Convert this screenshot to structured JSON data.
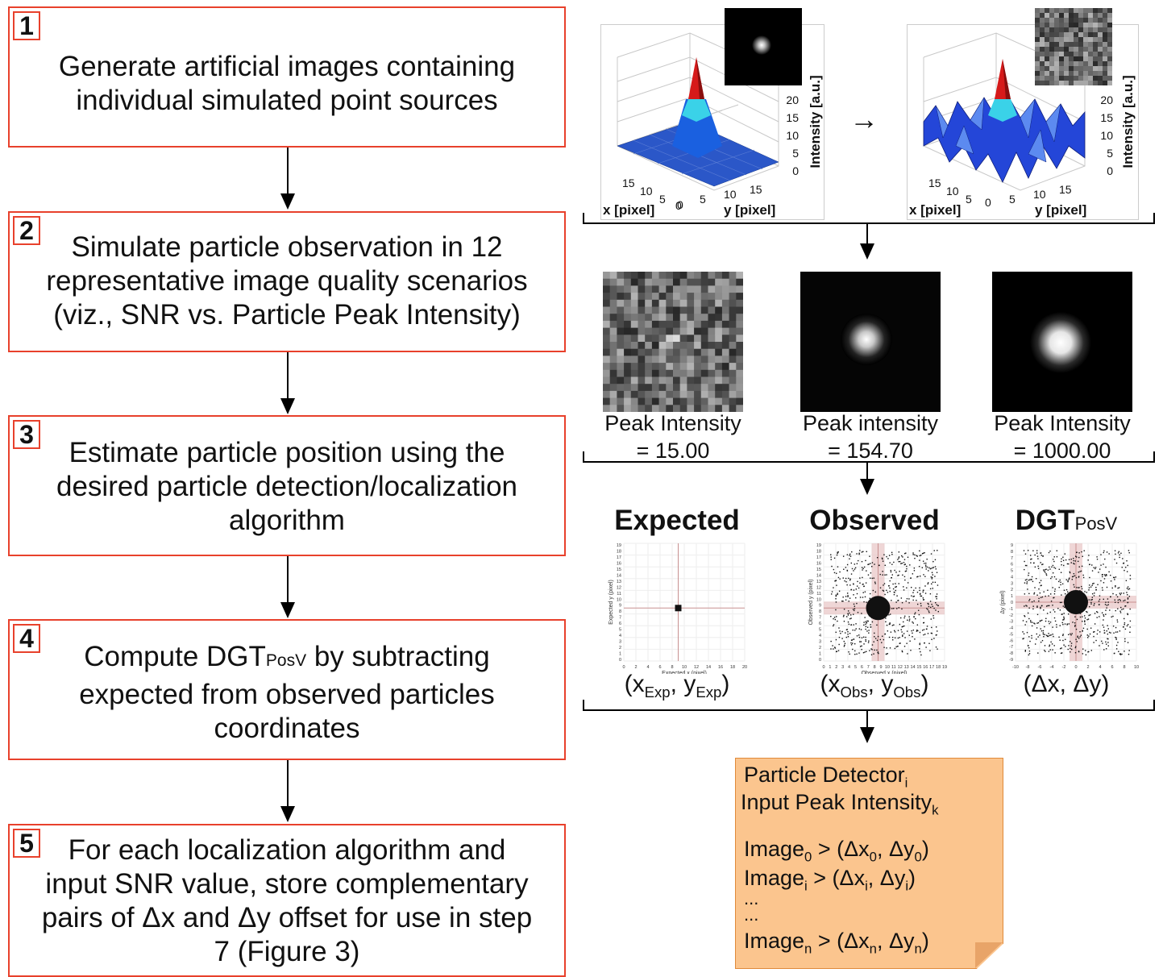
{
  "steps": [
    {
      "num": "1",
      "lines": [
        "Generate artificial images containing",
        "individual simulated point sources"
      ]
    },
    {
      "num": "2",
      "lines": [
        "Simulate particle observation in 12",
        "representative image quality scenarios",
        "(viz., SNR vs. Particle Peak Intensity)"
      ]
    },
    {
      "num": "3",
      "lines": [
        "Estimate particle position using the",
        "desired particle detection/localization",
        "algorithm"
      ]
    },
    {
      "num": "4",
      "pre": "Compute DGT",
      "sub": "PosV",
      "post": " by subtracting",
      "lines": [
        "expected from observed particles",
        "coordinates"
      ]
    },
    {
      "num": "5",
      "lines": [
        "For each localization algorithm and",
        "input SNR value, store complementary",
        "pairs of Δx and Δy offset for use in step",
        "7 (Figure 3)"
      ]
    }
  ],
  "surface_plots": {
    "x_label": "x [pixel]",
    "y_label": "y [pixel]",
    "z_label": "Intensity [a.u.]",
    "z_ticks": [
      "20",
      "15",
      "10",
      "5",
      "0"
    ],
    "x_ticks": [
      "15",
      "10",
      "5",
      "0"
    ],
    "y_ticks": [
      "0",
      "5",
      "10",
      "15"
    ],
    "arrow_glyph": "→"
  },
  "intensity_panels": [
    {
      "label": "Peak Intensity",
      "value": "= 15.00"
    },
    {
      "label": "Peak intensity",
      "value": "= 154.70"
    },
    {
      "label": "Peak Intensity",
      "value": "= 1000.00"
    }
  ],
  "scatter_panels": [
    {
      "title": "Expected",
      "ylabel": "Expected y (pixel)",
      "xlabel": "Expected x (pixel)",
      "coord_a": "x",
      "coord_a_sub": "Exp",
      "coord_b": "y",
      "coord_b_sub": "Exp",
      "yticks": [
        "19",
        "18",
        "17",
        "16",
        "15",
        "14",
        "13",
        "12",
        "11",
        "10",
        "9",
        "8",
        "7",
        "6",
        "5",
        "4",
        "3",
        "2",
        "1",
        "0"
      ],
      "xticks": [
        "0",
        "2",
        "4",
        "6",
        "8",
        "10",
        "12",
        "14",
        "16",
        "18",
        "20"
      ]
    },
    {
      "title": "Observed",
      "ylabel": "Observed y (pixel)",
      "xlabel": "Observed x (pixel)",
      "coord_a": "x",
      "coord_a_sub": "Obs",
      "coord_b": "y",
      "coord_b_sub": "Obs",
      "yticks": [
        "19",
        "18",
        "17",
        "16",
        "15",
        "14",
        "13",
        "12",
        "11",
        "10",
        "9",
        "8",
        "7",
        "6",
        "5",
        "4",
        "3",
        "2",
        "1",
        "0"
      ],
      "xticks": [
        "0",
        "1",
        "2",
        "3",
        "4",
        "5",
        "6",
        "7",
        "8",
        "9",
        "10",
        "11",
        "12",
        "13",
        "14",
        "15",
        "16",
        "17",
        "18",
        "19"
      ]
    },
    {
      "title": "DGT",
      "title_sub": "PosV",
      "ylabel": "Δy (pixel)",
      "coord_a": "Δx",
      "coord_b": "Δy",
      "yticks": [
        "9",
        "8",
        "7",
        "6",
        "5",
        "4",
        "3",
        "2",
        "1",
        "0",
        "-1",
        "-2",
        "-3",
        "-4",
        "-5",
        "-6",
        "-7",
        "-8",
        "-9"
      ],
      "xticks": [
        "-10",
        "-8",
        "-6",
        "-4",
        "-2",
        "0",
        "2",
        "4",
        "6",
        "8",
        "10"
      ]
    }
  ],
  "note": {
    "line1": "Particle Detector",
    "line1_sub": "i",
    "line2": "Input Peak Intensity",
    "line2_sub": "k",
    "rows": [
      {
        "img": "Image",
        "img_sub": "0",
        "gt": " > (Δx",
        "x_sub": "0",
        "mid": ", Δy",
        "y_sub": "0",
        "end": ")"
      },
      {
        "img": "Image",
        "img_sub": "i",
        "gt": " > (Δx",
        "x_sub": "i",
        "mid": ", Δy",
        "y_sub": "i",
        "end": ")"
      },
      {
        "img": "Image",
        "img_sub": "n",
        "gt": " > (Δx",
        "x_sub": "n",
        "mid": ", Δy",
        "y_sub": "n",
        "end": ")"
      }
    ],
    "ellipsis": "..."
  }
}
